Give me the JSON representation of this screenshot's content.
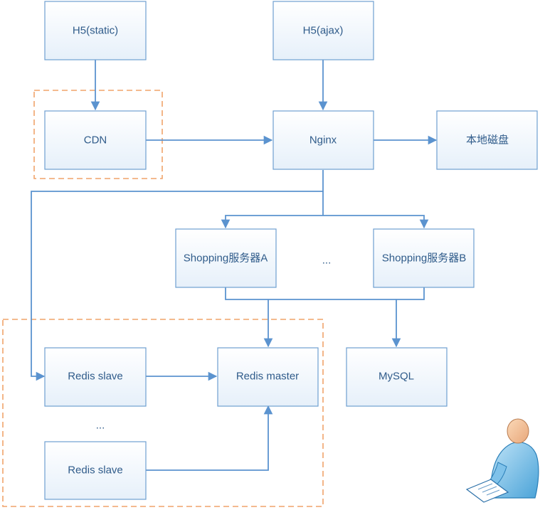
{
  "nodes": {
    "h5_static": "H5(static)",
    "h5_ajax": "H5(ajax)",
    "cdn": "CDN",
    "nginx": "Nginx",
    "local_disk": "本地磁盘",
    "shopping_a": "Shopping服务器A",
    "shopping_b": "Shopping服务器B",
    "redis_slave_1": "Redis slave",
    "redis_master": "Redis master",
    "mysql": "MySQL",
    "redis_slave_2": "Redis slave"
  },
  "ellipsis_servers": "...",
  "ellipsis_redis": "...",
  "colors": {
    "node_fill_top": "#ffffff",
    "node_fill_bottom": "#e6f0fa",
    "node_border": "#6f9fd0",
    "edge": "#5b93cf",
    "group_border": "#f0a36a",
    "text": "#2f5b8a"
  },
  "icons": [
    "user-at-desk-icon"
  ]
}
